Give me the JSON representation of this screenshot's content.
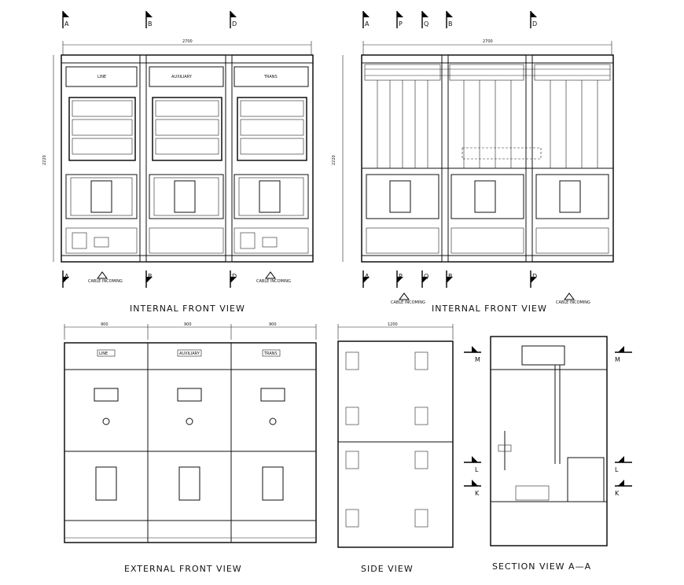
{
  "views": {
    "internal_front_left": {
      "title": "INTERNAL FRONT VIEW",
      "width_dim": "2700",
      "height_dim": "2220",
      "cable_label": "CABLE INCOMING",
      "sections": [
        "LINE",
        "AUXILIARY",
        "TRANS"
      ],
      "markers_top": [
        "A",
        "B",
        "D"
      ],
      "markers_bottom": [
        "A",
        "B",
        "D"
      ]
    },
    "internal_front_right": {
      "title": "INTERNAL FRONT VIEW",
      "width_dim": "2700",
      "height_dim": "2220",
      "cable_label_1": "CABLE INCOMING",
      "cable_label_2": "CABLE INCOMING",
      "markers_top": [
        "A",
        "P",
        "Q",
        "B",
        "D"
      ],
      "markers_bottom": [
        "A",
        "P",
        "Q",
        "B",
        "D"
      ]
    },
    "external_front": {
      "title": "EXTERNAL FRONT VIEW",
      "dims": [
        "900",
        "900",
        "900"
      ],
      "sections": [
        "LINE",
        "AUXILIARY",
        "TRANS"
      ]
    },
    "side": {
      "title": "SIDE VIEW",
      "width_dim": "1200"
    },
    "section_aa": {
      "title": "SECTION VIEW A—A",
      "markers_left": [
        "M",
        "L",
        "K"
      ],
      "markers_right": [
        "M",
        "L",
        "K"
      ]
    }
  }
}
